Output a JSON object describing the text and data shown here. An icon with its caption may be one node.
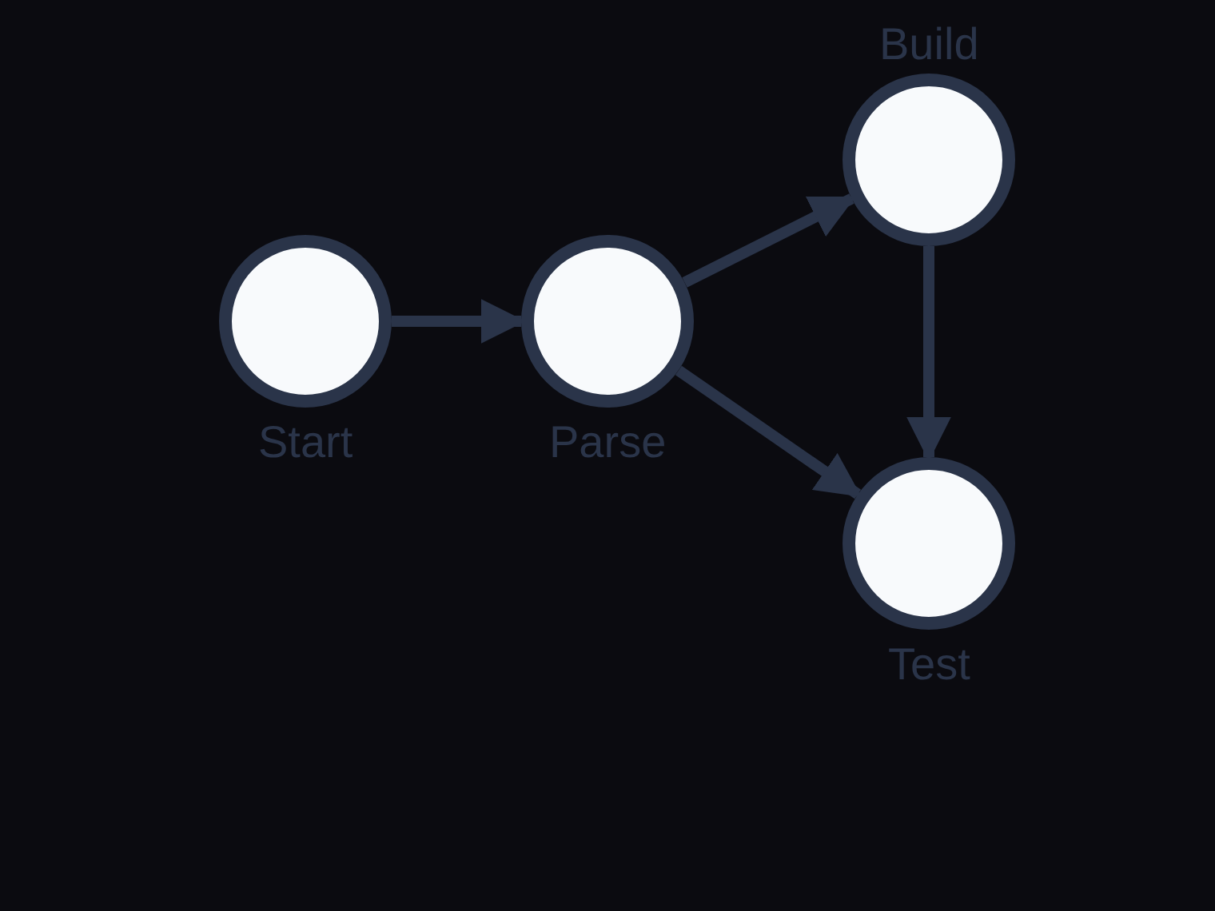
{
  "diagram": {
    "nodes": [
      {
        "text": [
          "Start"
        ]
      },
      {
        "text": [
          "Parse"
        ]
      },
      {
        "text": [
          "Build"
        ]
      },
      {
        "text": [
          "Test"
        ]
      }
    ],
    "edges": [
      {
        "from": 0,
        "to": 1,
        "arrow": "to"
      },
      {
        "from": 1,
        "to": 2,
        "arrow": "to"
      },
      {
        "from": 1,
        "to": 3,
        "arrow": "to"
      },
      {
        "from": 2,
        "to": 3,
        "arrow": "to"
      }
    ]
  }
}
